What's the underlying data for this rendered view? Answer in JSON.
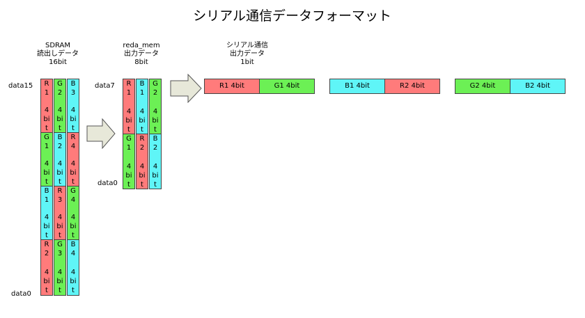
{
  "title": "シリアル通信データフォーマット",
  "colors": {
    "R": "#ff7b7b",
    "G": "#6cf055",
    "B": "#5ff5f7",
    "border": "#444444",
    "arrow_fill": "#e7e8d9"
  },
  "sdram": {
    "header": [
      "SDRAM",
      "読出しデータ",
      "16bit"
    ],
    "top_label": "data15",
    "bottom_label": "data0",
    "columns": [
      [
        {
          "color": "R",
          "label": "R1"
        },
        {
          "color": "G",
          "label": "G1"
        },
        {
          "color": "B",
          "label": "B1"
        },
        {
          "color": "R",
          "label": "R2"
        }
      ],
      [
        {
          "color": "G",
          "label": "G2"
        },
        {
          "color": "B",
          "label": "B2"
        },
        {
          "color": "R",
          "label": "R3"
        },
        {
          "color": "G",
          "label": "G3"
        }
      ],
      [
        {
          "color": "B",
          "label": "B3"
        },
        {
          "color": "R",
          "label": "R4"
        },
        {
          "color": "G",
          "label": "G4"
        },
        {
          "color": "B",
          "label": "B4"
        }
      ]
    ],
    "block_lines": [
      "",
      "",
      "4",
      "bi",
      "t"
    ],
    "row_heights": [
      78,
      78,
      78,
      81
    ]
  },
  "reda": {
    "header": [
      "reda_mem",
      "出力データ",
      "8bit"
    ],
    "top_label": "data7",
    "bottom_label": "data0",
    "columns": [
      [
        {
          "color": "R",
          "label": "R1"
        },
        {
          "color": "G",
          "label": "G1"
        }
      ],
      [
        {
          "color": "B",
          "label": "B1"
        },
        {
          "color": "R",
          "label": "R2"
        }
      ],
      [
        {
          "color": "G",
          "label": "G2"
        },
        {
          "color": "B",
          "label": "B2"
        }
      ]
    ],
    "block_lines": [
      "",
      "",
      "4",
      "bi",
      "t"
    ],
    "row_heights": [
      80,
      80
    ]
  },
  "serial": {
    "header": [
      "シリアル通信",
      "出力データ",
      "1bit"
    ],
    "groups": [
      [
        {
          "color": "R",
          "text": "R1  4bit"
        },
        {
          "color": "G",
          "text": "G1  4bit"
        }
      ],
      [
        {
          "color": "B",
          "text": "B1  4bit"
        },
        {
          "color": "R",
          "text": "R2  4bit"
        }
      ],
      [
        {
          "color": "G",
          "text": "G2  4bit"
        },
        {
          "color": "B",
          "text": "B2  4bit"
        }
      ]
    ]
  }
}
